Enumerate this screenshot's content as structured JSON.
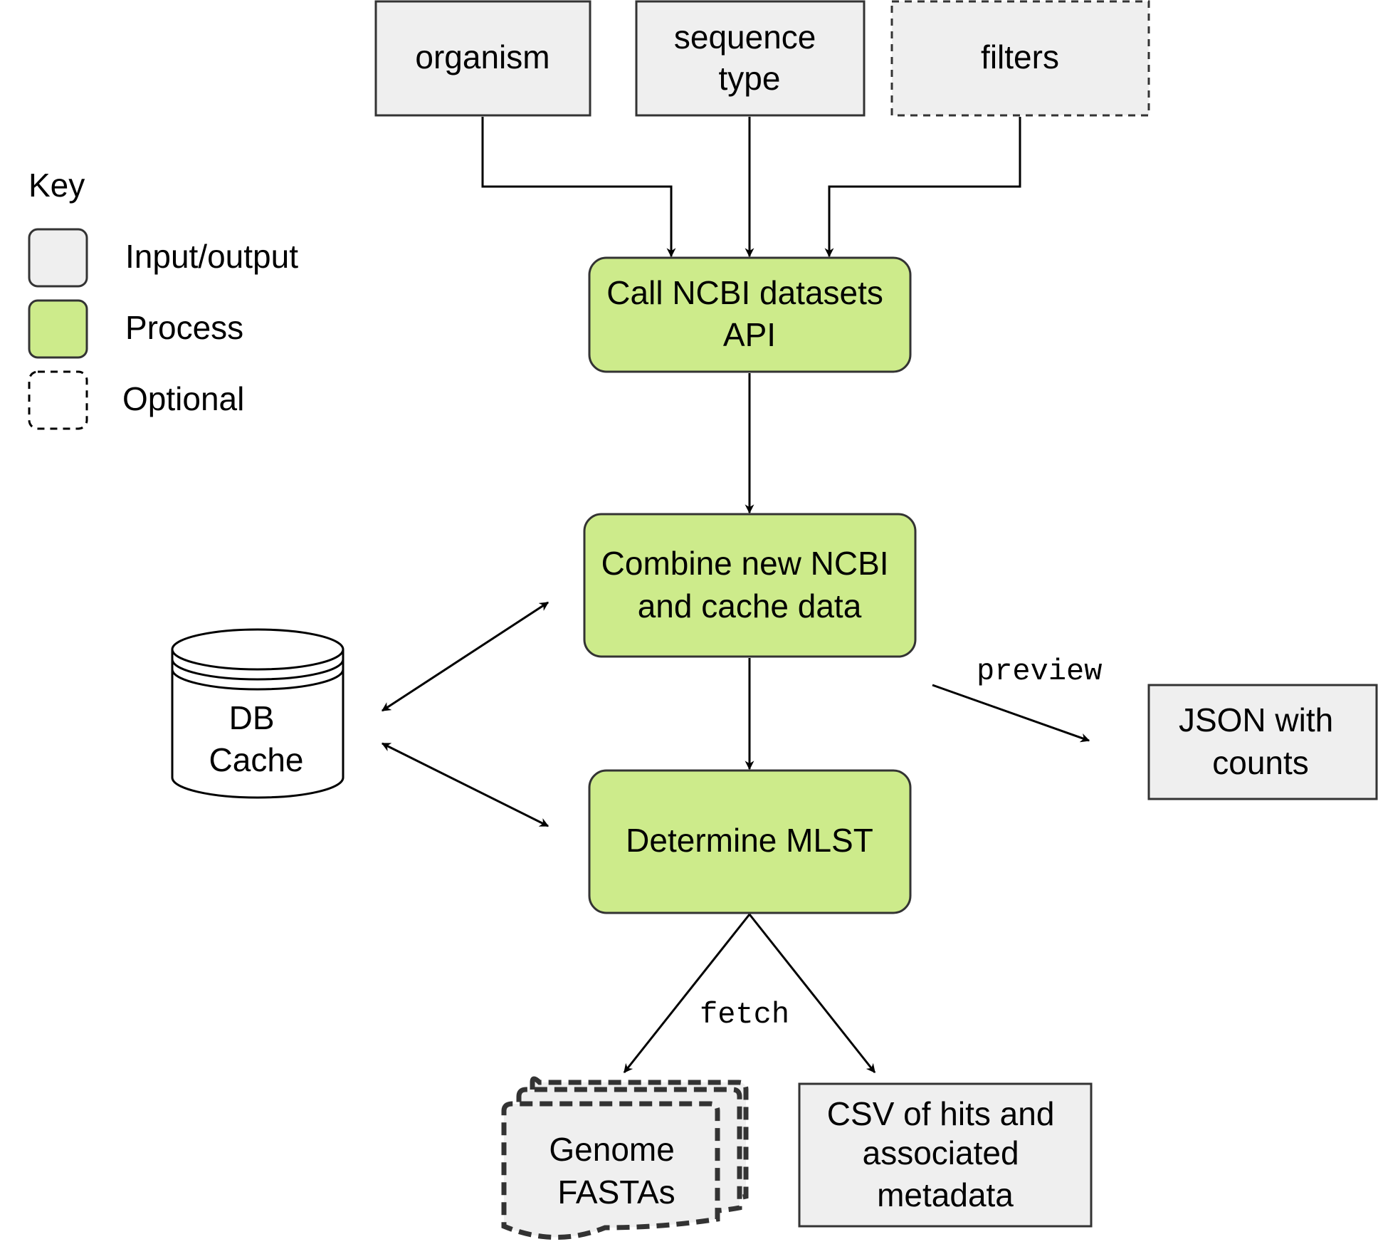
{
  "key": {
    "title": "Key",
    "items": [
      {
        "label": "Input/output",
        "style": "input-output"
      },
      {
        "label": "Process",
        "style": "process"
      },
      {
        "label": "Optional",
        "style": "optional"
      }
    ]
  },
  "nodes": {
    "organism": {
      "lines": [
        "organism"
      ]
    },
    "sequence_type": {
      "lines": [
        "sequence",
        "type"
      ]
    },
    "filters": {
      "lines": [
        "filters"
      ]
    },
    "call_api": {
      "lines": [
        "Call NCBI datasets",
        "API"
      ]
    },
    "combine": {
      "lines": [
        "Combine new NCBI",
        "and cache data"
      ]
    },
    "determine_mlst": {
      "lines": [
        "Determine MLST"
      ]
    },
    "db_cache": {
      "lines": [
        "DB",
        "Cache"
      ]
    },
    "json_counts": {
      "lines": [
        "JSON with",
        "counts"
      ]
    },
    "genome_fastas": {
      "lines": [
        "Genome",
        "FASTAs"
      ]
    },
    "csv_hits": {
      "lines": [
        "CSV of hits and",
        "associated",
        "metadata"
      ]
    }
  },
  "edge_labels": {
    "preview": "preview",
    "fetch": "fetch"
  },
  "colors": {
    "input_output_fill": "#efefef",
    "process_fill": "#cdeb8b",
    "stroke": "#333333",
    "edge": "#000000",
    "background": "#ffffff"
  }
}
